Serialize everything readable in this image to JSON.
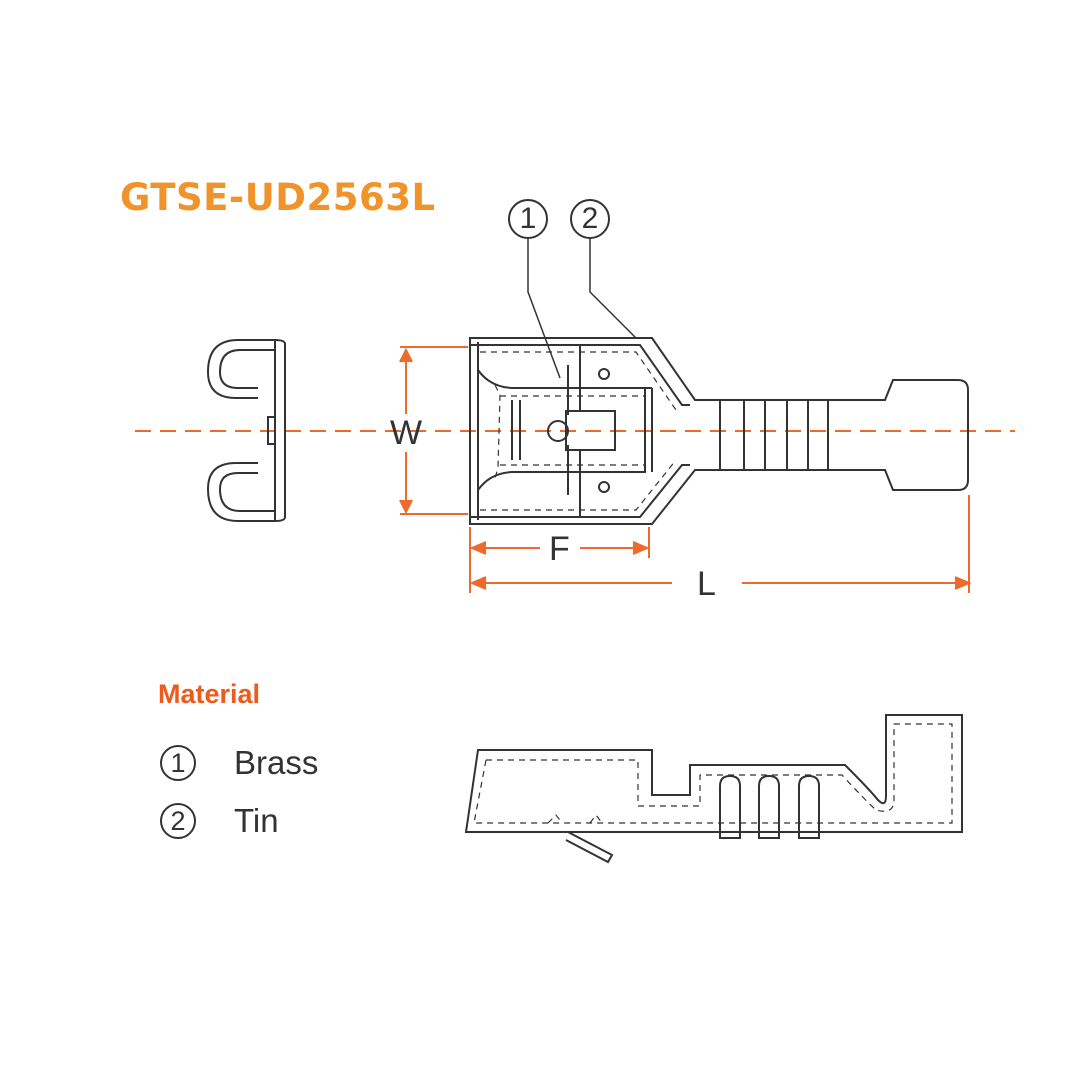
{
  "title": "GTSE-UD2563L",
  "callouts": [
    "1",
    "2"
  ],
  "dimensions": {
    "width": "W",
    "f": "F",
    "length": "L"
  },
  "material": {
    "heading": "Material",
    "items": [
      {
        "number": "1",
        "label": "Brass"
      },
      {
        "number": "2",
        "label": "Tin"
      }
    ]
  },
  "colors": {
    "title": "#f0932a",
    "material_heading": "#ee5a1c",
    "dimension_lines": "#ee6a2c",
    "outline": "#333333"
  }
}
